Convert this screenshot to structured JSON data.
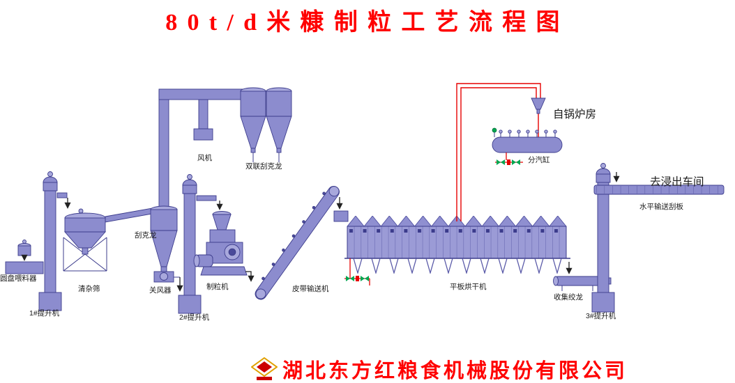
{
  "title": "80t/d米糠制粒工艺流程图",
  "footer": {
    "company": "湖北东方红粮食机械股份有限公司",
    "logo": "dongfanghong-diamond-logo"
  },
  "labels": {
    "fan": "风机",
    "double_cyclone": "双联刮克龙",
    "cyclone": "刮克龙",
    "disc_feeder": "圆盘喂料器",
    "cleaning_sieve": "清杂筛",
    "elevator_1": "1#提升机",
    "airlock": "关风器",
    "elevator_2": "2#提升机",
    "pellet_mill": "制粒机",
    "belt_conveyor": "皮带输送机",
    "flat_dryer": "平板烘干机",
    "steam_cylinder": "分汽缸",
    "from_boiler_room": "自锅炉房",
    "to_extraction_workshop": "去浸出车间",
    "horizontal_scraper_conveyor": "水平输送刮板",
    "collecting_auger": "收集绞龙",
    "elevator_3": "3#提升机"
  },
  "colors": {
    "title_red": "#ff0000",
    "equipment_blue": "#8c8cce",
    "equipment_outline": "#3c3c8c",
    "steam_pipe_red": "#e60000",
    "valve_green": "#00a651"
  }
}
